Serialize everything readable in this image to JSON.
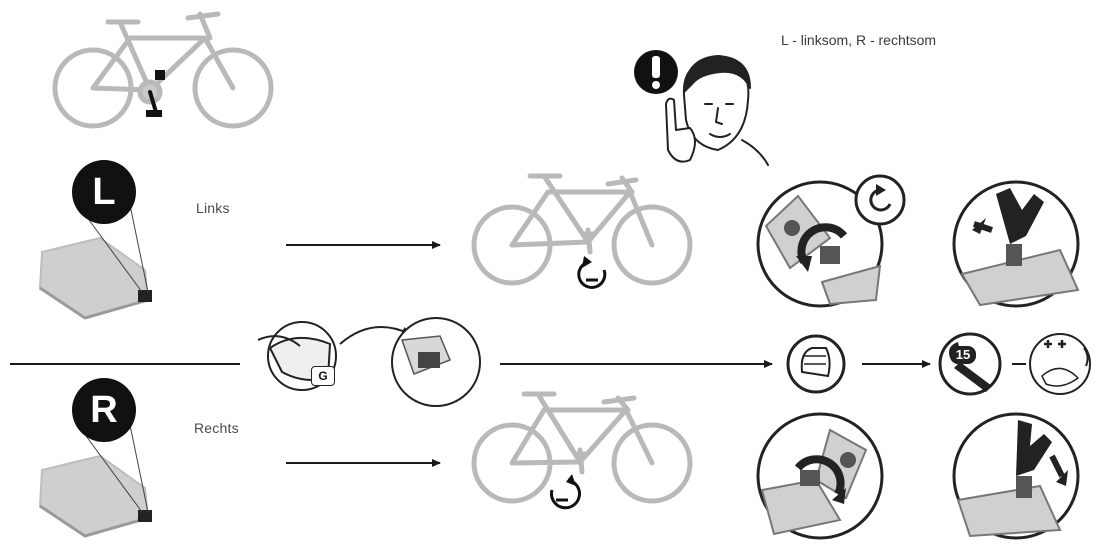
{
  "note": {
    "text": "L - linksom, R - rechtsom"
  },
  "left_badge": {
    "letter": "L",
    "label": "Links"
  },
  "right_badge": {
    "letter": "R",
    "label": "Rechts"
  },
  "grease_badge": {
    "letter": "G"
  },
  "torque": {
    "value": "15"
  },
  "icons": {
    "bicycle": "bicycle-icon",
    "pedal": "pedal-icon",
    "warning": "exclamation-icon",
    "person": "person-pointing-icon",
    "rotate_ccw": "rotate-counterclockwise-icon",
    "rotate_cw": "rotate-clockwise-icon",
    "wrench": "wrench-icon",
    "fist": "hand-tighten-icon",
    "grease": "grease-icon"
  },
  "colors": {
    "line": "#1a1a1a",
    "bike_grey": "#b9b9b9",
    "dark": "#111111",
    "pedal_grey": "#c9c9c9"
  }
}
